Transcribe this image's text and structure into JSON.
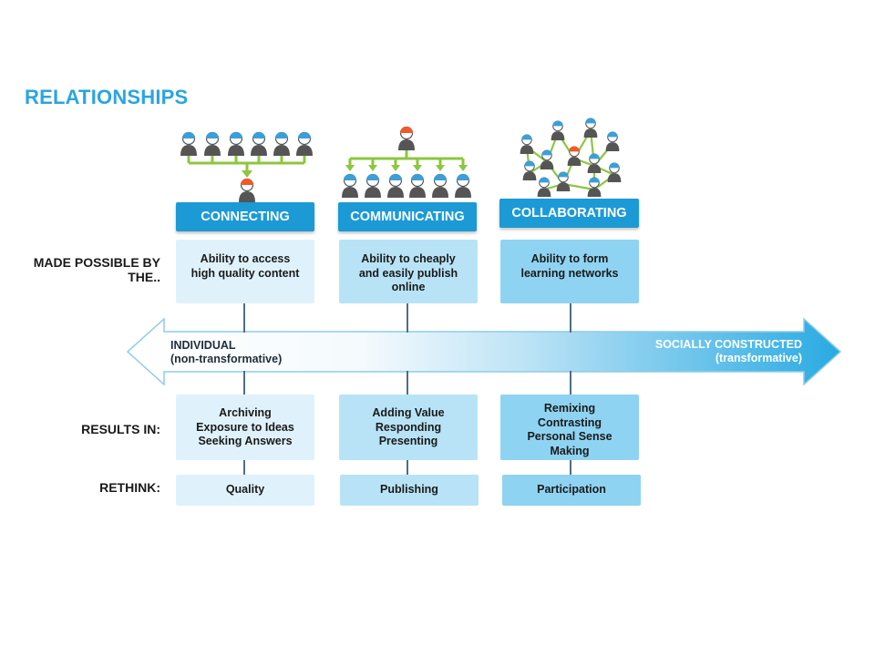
{
  "title": "RELATIONSHIPS",
  "row_labels": {
    "made_possible": [
      "MADE POSSIBLE BY",
      "THE.."
    ],
    "results_in": "RESULTS IN:",
    "rethink": "RETHINK:"
  },
  "columns": [
    {
      "header": "CONNECTING",
      "made_possible_lines": [
        "Ability to access",
        "high quality content"
      ],
      "results_lines": [
        "Archiving",
        "Exposure to Ideas",
        "Seeking Answers"
      ],
      "rethink": "Quality"
    },
    {
      "header": "COMMUNICATING",
      "made_possible_lines": [
        "Ability to cheaply",
        "and easily publish",
        "online"
      ],
      "results_lines": [
        "Adding Value",
        "Responding",
        "Presenting"
      ],
      "rethink": "Publishing"
    },
    {
      "header": "COLLABORATING",
      "made_possible_lines": [
        "Ability to form",
        "learning networks"
      ],
      "results_lines": [
        "Remixing",
        "Contrasting",
        "Personal Sense",
        "Making"
      ],
      "rethink": "Participation"
    }
  ],
  "arrow": {
    "left_line1": "INDIVIDUAL",
    "left_line2": "(non-transformative)",
    "right_line1": "SOCIALLY CONSTRUCTED",
    "right_line2": "(transformative)"
  },
  "colors": {
    "title": "#2aa5e0",
    "header_fill": "#1c9ad6",
    "box_light_1": "#dff2fb",
    "box_light_2": "#b8e3f6",
    "box_light_3": "#8fd3f2",
    "person_head": "#3b9fd8",
    "person_body": "#555555",
    "person_accent": "#f05a28",
    "connector_green": "#8dc63f",
    "connector_line": "#4d6f85"
  },
  "icons": {
    "person": "person-icon",
    "highlight_person": "highlighted-person-icon"
  }
}
